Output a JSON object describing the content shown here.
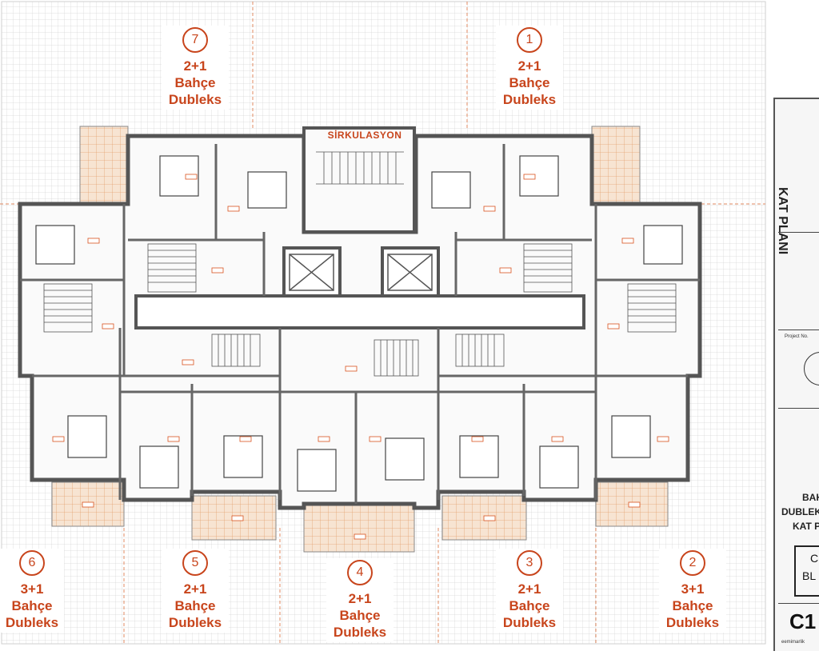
{
  "units": [
    {
      "number": "7",
      "rooms": "2+1",
      "type1": "Bahçe",
      "type2": "Dubleks"
    },
    {
      "number": "1",
      "rooms": "2+1",
      "type1": "Bahçe",
      "type2": "Dubleks"
    },
    {
      "number": "6",
      "rooms": "3+1",
      "type1": "Bahçe",
      "type2": "Dubleks"
    },
    {
      "number": "5",
      "rooms": "2+1",
      "type1": "Bahçe",
      "type2": "Dubleks"
    },
    {
      "number": "4",
      "rooms": "2+1",
      "type1": "Bahçe",
      "type2": "Dubleks"
    },
    {
      "number": "3",
      "rooms": "2+1",
      "type1": "Bahçe",
      "type2": "Dubleks"
    },
    {
      "number": "2",
      "rooms": "3+1",
      "type1": "Bahçe",
      "type2": "Dubleks"
    }
  ],
  "circulation_label": "SİRKULASYON",
  "titleblock": {
    "vertical_title": "KAT PLANI",
    "project_label": "Project No.",
    "line1": "BAH",
    "line2": "DUBLEK",
    "line3": "KAT P",
    "box_line1": "C",
    "box_line2": "BL",
    "code": "C1",
    "footer": "eemimarlik"
  },
  "colors": {
    "accent": "#c8451c",
    "wall": "#555555",
    "grid": "#d9d9d9",
    "terrace": "#f3cfae"
  }
}
